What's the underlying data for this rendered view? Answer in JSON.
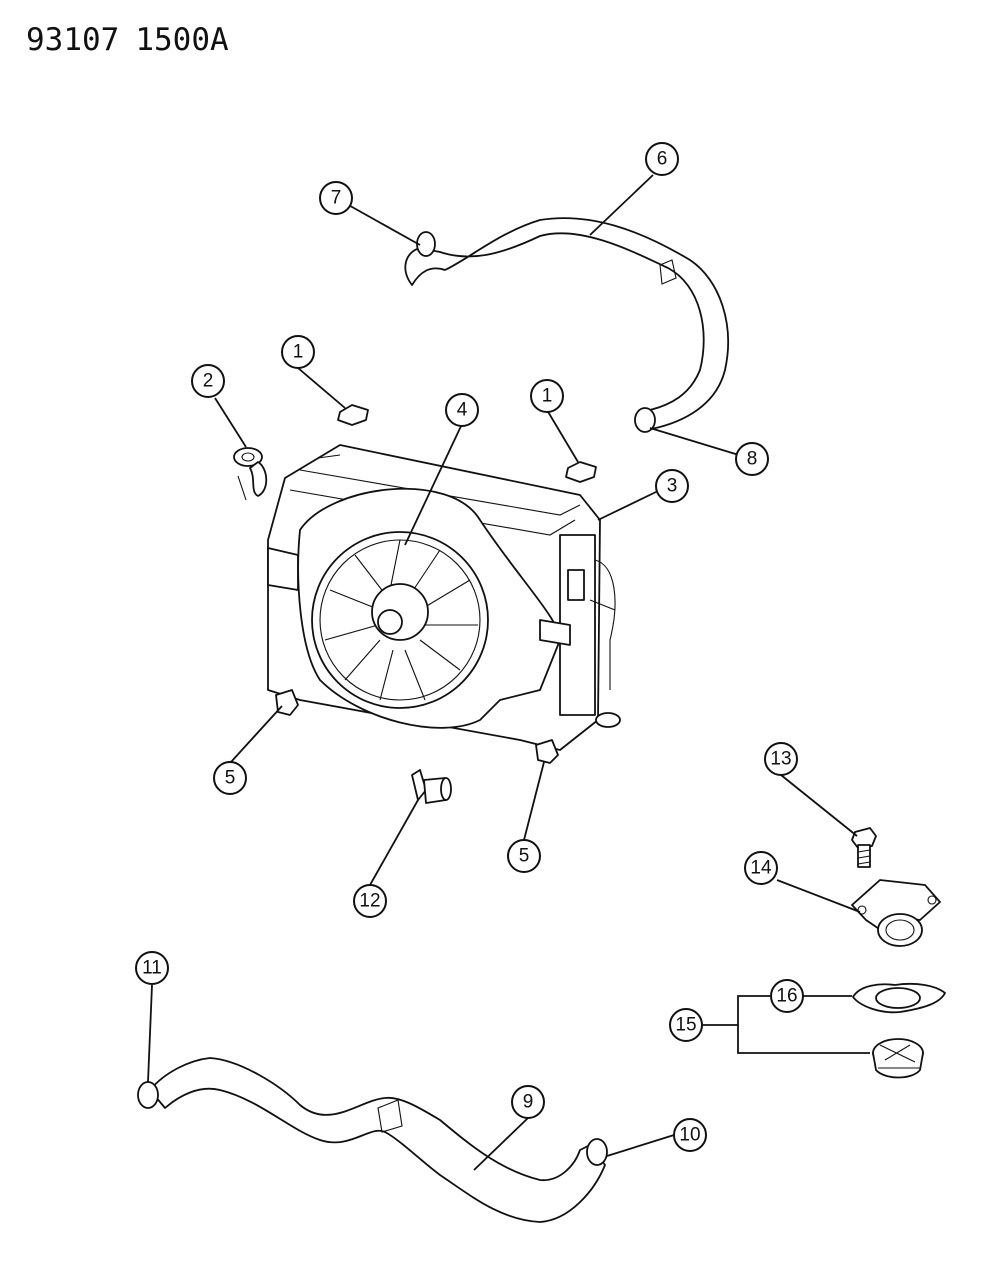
{
  "header": {
    "drawing_number": "93107",
    "drawing_code": "1500A"
  },
  "callouts": [
    {
      "id": "c1a",
      "label": "1"
    },
    {
      "id": "c1b",
      "label": "1"
    },
    {
      "id": "c2",
      "label": "2"
    },
    {
      "id": "c3",
      "label": "3"
    },
    {
      "id": "c4",
      "label": "4"
    },
    {
      "id": "c5a",
      "label": "5"
    },
    {
      "id": "c5b",
      "label": "5"
    },
    {
      "id": "c6",
      "label": "6"
    },
    {
      "id": "c7",
      "label": "7"
    },
    {
      "id": "c8",
      "label": "8"
    },
    {
      "id": "c9",
      "label": "9"
    },
    {
      "id": "c10",
      "label": "10"
    },
    {
      "id": "c11",
      "label": "11"
    },
    {
      "id": "c12",
      "label": "12"
    },
    {
      "id": "c13",
      "label": "13"
    },
    {
      "id": "c14",
      "label": "14"
    },
    {
      "id": "c15",
      "label": "15"
    },
    {
      "id": "c16",
      "label": "16"
    }
  ]
}
